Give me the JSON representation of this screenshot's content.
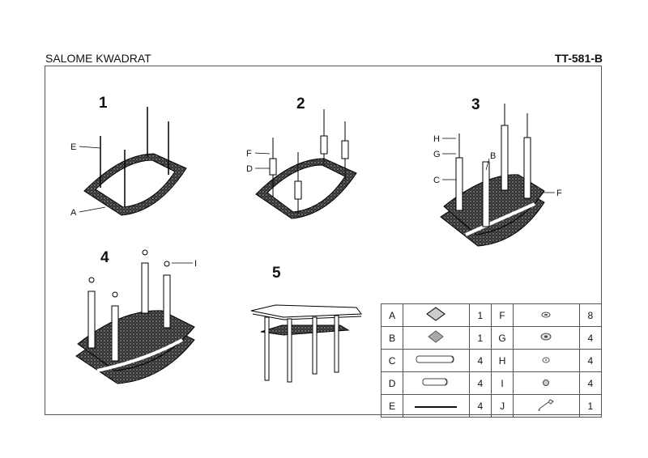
{
  "header": {
    "title": "SALOME KWADRAT",
    "code": "TT-581-B"
  },
  "steps": [
    {
      "number": "1",
      "callouts": [
        "E",
        "A"
      ]
    },
    {
      "number": "2",
      "callouts": [
        "F",
        "D"
      ]
    },
    {
      "number": "3",
      "callouts": [
        "H",
        "G",
        "B",
        "C",
        "F"
      ]
    },
    {
      "number": "4",
      "callouts": [
        "I"
      ]
    },
    {
      "number": "5",
      "callouts": []
    }
  ],
  "parts": [
    {
      "left": {
        "letter": "A",
        "icon": "glass-top-icon",
        "qty": "1"
      },
      "right": {
        "letter": "F",
        "icon": "washer-icon",
        "qty": "8"
      }
    },
    {
      "left": {
        "letter": "B",
        "icon": "glass-shelf-icon",
        "qty": "1"
      },
      "right": {
        "letter": "G",
        "icon": "large-washer-icon",
        "qty": "4"
      }
    },
    {
      "left": {
        "letter": "C",
        "icon": "long-tube-icon",
        "qty": "4"
      },
      "right": {
        "letter": "H",
        "icon": "small-washer-icon",
        "qty": "4"
      }
    },
    {
      "left": {
        "letter": "D",
        "icon": "short-tube-icon",
        "qty": "4"
      },
      "right": {
        "letter": "I",
        "icon": "cap-nut-icon",
        "qty": "4"
      }
    },
    {
      "left": {
        "letter": "E",
        "icon": "threaded-rod-icon",
        "qty": "4"
      },
      "right": {
        "letter": "J",
        "icon": "wrench-icon",
        "qty": "1"
      }
    }
  ]
}
